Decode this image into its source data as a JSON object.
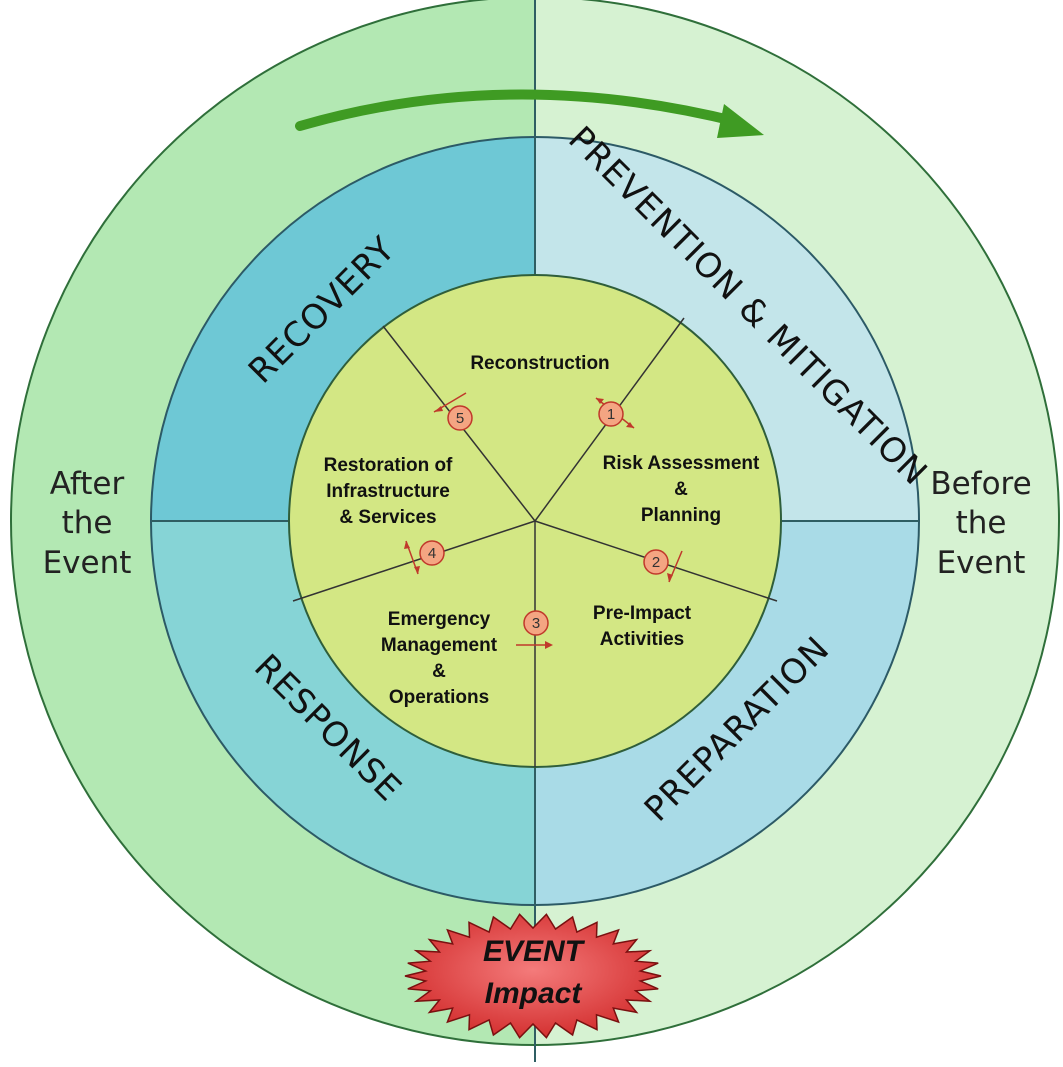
{
  "sides": {
    "left": [
      "After",
      "the",
      "Event"
    ],
    "right": [
      "Before",
      "the",
      "Event"
    ]
  },
  "phases": {
    "recovery": "RECOVERY",
    "prevention": "PREVENTION & MITIGATION",
    "preparation": "PREPARATION",
    "response": "RESPONSE"
  },
  "activities": {
    "reconstruction": [
      "Reconstruction"
    ],
    "risk": [
      "Risk Assessment",
      "&",
      "Planning"
    ],
    "preimpact": [
      "Pre-Impact",
      "Activities"
    ],
    "emergency": [
      "Emergency",
      "Management",
      "&",
      "Operations"
    ],
    "restoration": [
      "Restoration of",
      "Infrastructure",
      "& Services"
    ]
  },
  "steps": [
    "1",
    "2",
    "3",
    "4",
    "5"
  ],
  "event": [
    "EVENT",
    "Impact"
  ],
  "colors": {
    "outer_left": "#b3e8b3",
    "outer_right": "#d6f2d2",
    "recovery": "#6ec8d5",
    "prevention": "#c3e5ea",
    "preparation": "#a9dbe7",
    "response": "#86d4d6",
    "inner": "#d3e784",
    "arrow": "#3f9b23",
    "step_fill": "#f4a582",
    "step_stroke": "#c0392b",
    "event_fill": "#e23a3a"
  }
}
